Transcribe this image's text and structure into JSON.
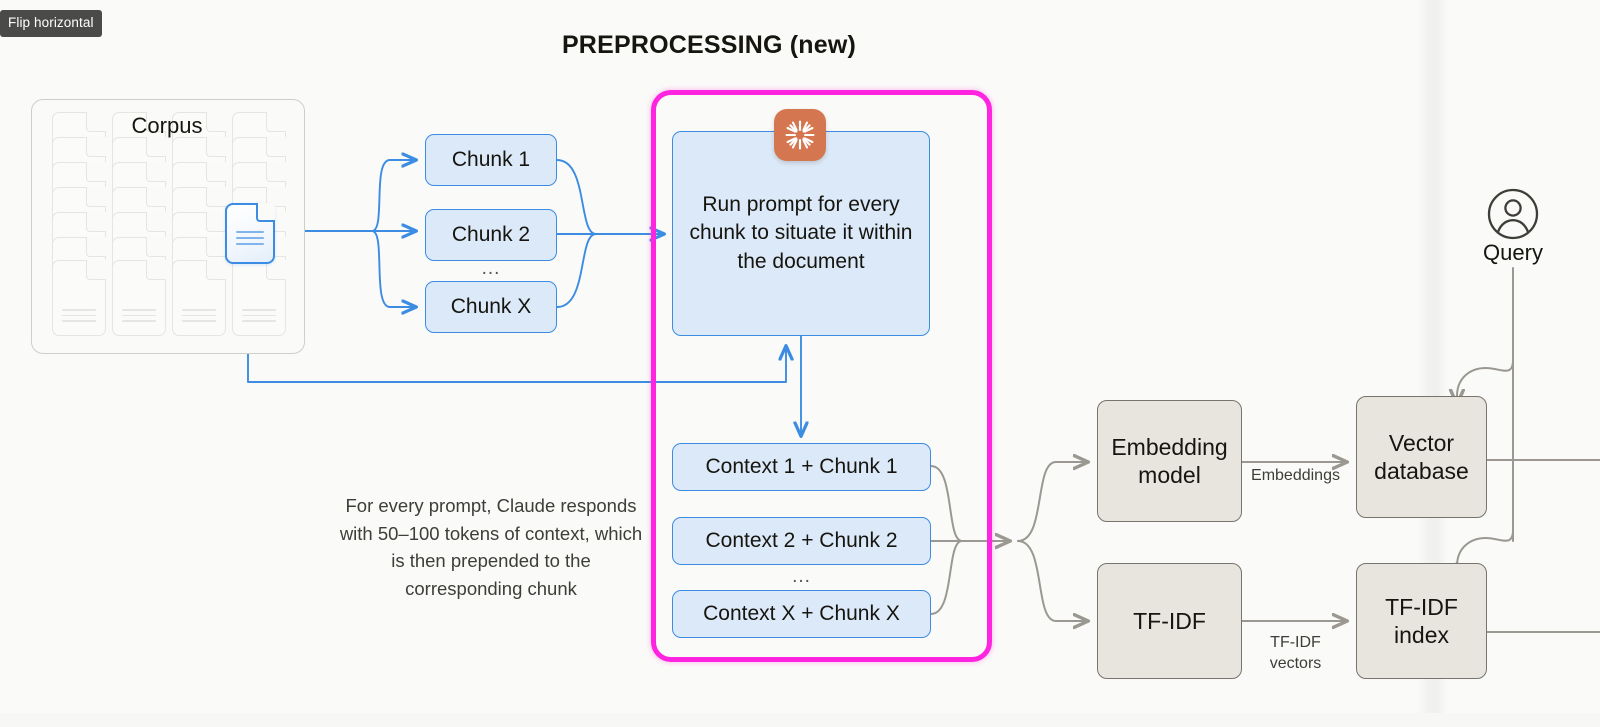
{
  "tooltip": {
    "label": "Flip horizontal"
  },
  "title": "PREPROCESSING (new)",
  "corpus": {
    "label": "Corpus",
    "doc_icon": "document-icon",
    "active_doc_icon": "document-highlighted-icon"
  },
  "chunks": {
    "items": [
      {
        "label": "Chunk 1"
      },
      {
        "label": "Chunk 2"
      },
      {
        "label": "Chunk X"
      }
    ],
    "ellipsis": "..."
  },
  "prompt": {
    "badge_icon": "claude-starburst-icon",
    "text": "Run prompt for every chunk to situate it within the document"
  },
  "contexts": {
    "items": [
      {
        "label": "Context 1 + Chunk 1"
      },
      {
        "label": "Context 2 + Chunk 2"
      },
      {
        "label": "Context X + Chunk X"
      }
    ],
    "ellipsis": "..."
  },
  "caption": "For every prompt, Claude responds with 50–100 tokens of context, which is then prepended to the corresponding chunk",
  "pipeline": {
    "embedding_model": "Embedding model",
    "vector_database": "Vector database",
    "tfidf": "TF-IDF",
    "tfidf_index": "TF-IDF index",
    "edge_embeddings": "Embeddings",
    "edge_tfidf_vectors": "TF-IDF vectors"
  },
  "query": {
    "label": "Query",
    "icon": "user-circle-icon"
  },
  "colors": {
    "page_background": "#FAFAF8",
    "blue_accent": "#3C8CE3",
    "blue_fill": "#DCE9F8",
    "magenta_highlight": "#FF24E0",
    "gray_node_fill": "#E7E5DE",
    "gray_node_border": "#76746C",
    "claude_orange": "#D4764F",
    "wire_gray": "#9A9890",
    "text_primary": "#16150F"
  }
}
